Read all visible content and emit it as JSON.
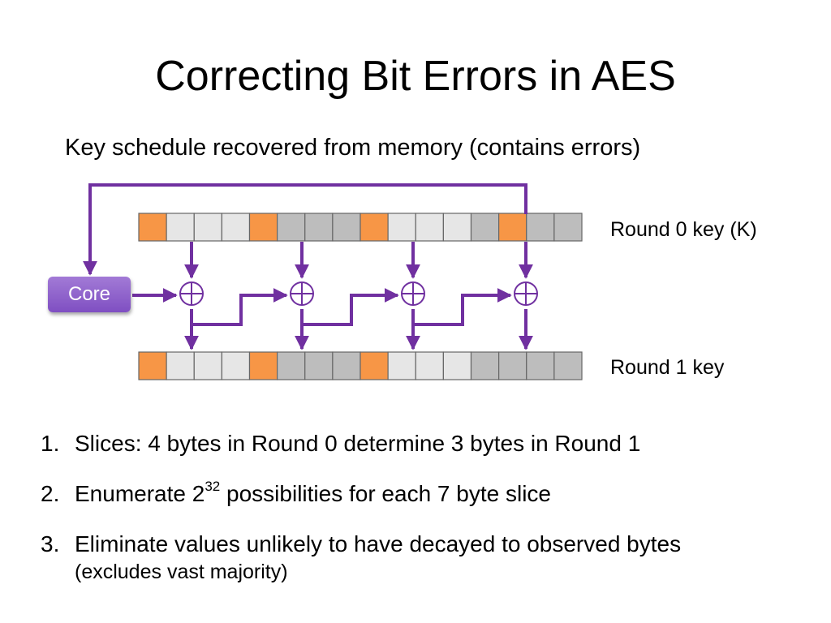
{
  "title": "Correcting Bit Errors in AES",
  "subtitle": "Key schedule recovered from memory (contains errors)",
  "core_label": "Core",
  "round0_label": "Round 0 key (K)",
  "round1_label": "Round 1 key",
  "xor_symbol": "⊕",
  "colors": {
    "orange": "#f79646",
    "light_gray": "#e6e6e6",
    "dark_gray": "#bdbdbd",
    "purple": "#7030a0",
    "core_fill": "#8e5fcc"
  },
  "round0_cells": [
    "orange",
    "light",
    "light",
    "light",
    "orange",
    "dark",
    "dark",
    "dark",
    "orange",
    "light",
    "light",
    "light",
    "dark",
    "orange",
    "dark",
    "dark"
  ],
  "round1_cells": [
    "orange",
    "light",
    "light",
    "light",
    "orange",
    "dark",
    "dark",
    "dark",
    "orange",
    "light",
    "light",
    "light",
    "dark",
    "dark",
    "dark",
    "dark"
  ],
  "steps": [
    {
      "num": "1.",
      "text": "Slices: 4 bytes in Round 0 determine 3 bytes in Round 1"
    },
    {
      "num": "2.",
      "pre": "Enumerate 2",
      "sup": "32",
      "post": " possibilities for each 7 byte slice"
    },
    {
      "num": "3.",
      "text": "Eliminate values unlikely to have decayed to observed bytes",
      "note": "(excludes vast majority)"
    }
  ]
}
